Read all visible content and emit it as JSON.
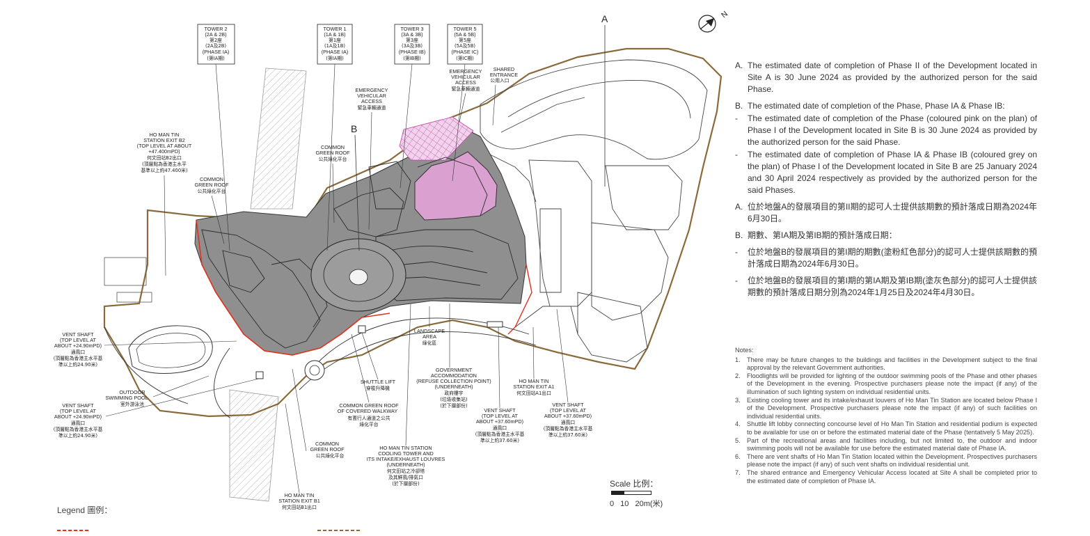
{
  "compass": {
    "north_letter": "N"
  },
  "site_letters": {
    "a": "A",
    "b": "B"
  },
  "towers": [
    {
      "id": "tower2",
      "lines": [
        "TOWER 2",
        "(2A & 2B)",
        "第2座",
        "(2A及2B)",
        "(PHASE IA)",
        "(第IA期)"
      ]
    },
    {
      "id": "tower1",
      "lines": [
        "TOWER 1",
        "(1A & 1B)",
        "第1座",
        "(1A及1B)",
        "(PHASE IA)",
        "(第IA期)"
      ]
    },
    {
      "id": "tower3",
      "lines": [
        "TOWER 3",
        "(3A & 3B)",
        "第3座",
        "(3A及3B)",
        "(PHASE IB)",
        "(第IB期)"
      ]
    },
    {
      "id": "tower5",
      "lines": [
        "TOWER 5",
        "(5A & 5B)",
        "第5座",
        "(5A及5B)",
        "(PHASE IC)",
        "(第IC期)"
      ]
    }
  ],
  "labels": {
    "exit_b2": [
      "HO MAN TIN",
      "STATION EXIT B2",
      "(TOP LEVEL AT ABOUT",
      "+47.400mPD)",
      "何文田站B2出口",
      "(頂層點為香港主水平",
      "基準以上約47.400米)"
    ],
    "green_roof_1": [
      "COMMON",
      "GREEN ROOF",
      "公共綠化平台"
    ],
    "green_roof_2": [
      "COMMON",
      "GREEN ROOF",
      "公共綠化平台"
    ],
    "green_roof_3": [
      "COMMON",
      "GREEN ROOF",
      "公共綠化平台"
    ],
    "eva_b": [
      "EMERGENCY",
      "VEHICULAR",
      "ACCESS",
      "緊急車輛通道"
    ],
    "eva_a": [
      "EMERGENCY",
      "VEHICULAR",
      "ACCESS",
      "緊急車輛通道"
    ],
    "shared_entrance": [
      "SHARED",
      "ENTRANCE",
      "公用入口"
    ],
    "vent_1": [
      "VENT SHAFT",
      "(TOP LEVEL AT",
      "ABOUT +24.90mPD)",
      "通風口",
      "(頂層點為香港主水平基",
      "準以上約24.90米)"
    ],
    "pool": [
      "OUTDOOR",
      "SWIMMING POOL",
      "室外游泳池"
    ],
    "vent_2": [
      "VENT SHAFT",
      "(TOP LEVEL AT",
      "ABOUT +24.90mPD)",
      "通風口",
      "(頂層點為香港主水平基",
      "準以上約24.90米)"
    ],
    "shuttle": [
      "SHUTTLE LIFT",
      "穿梭升降機"
    ],
    "landscape": [
      "LANDSCAPE",
      "AREA",
      "綠化區"
    ],
    "covered_walkway": [
      "COMMON GREEN ROOF",
      "OF COVERED WALKWAY",
      "有蓋行人通道之公共",
      "綠化平台"
    ],
    "gov_accom": [
      "GOVERNMENT",
      "ACCOMMODATION",
      "(REFUSE COLLECTION POINT)",
      "(UNDERNEATH)",
      "政府樓宇",
      "(垃圾收集站)",
      "(於下層部份)"
    ],
    "vent_3": [
      "VENT SHAFT",
      "(TOP LEVEL AT",
      "ABOUT +37.60mPD)",
      "通風口",
      "(頂層點為香港主水平基",
      "準以上約37.60米)"
    ],
    "exit_a1": [
      "HO MAN TIN",
      "STATION EXIT A1",
      "何文田站A1出口"
    ],
    "vent_4": [
      "VENT SHAFT",
      "(TOP LEVEL AT",
      "ABOUT +37.60mPD)",
      "通風口",
      "(頂層點為香港主水平基",
      "準以上約37.60米)"
    ],
    "cooling": [
      "HO MAN TIN STATION",
      "COOLING TOWER AND",
      "ITS INTAKE/EXHAUST LOUVRES",
      "(UNDERNEATH)",
      "何文田站之冷卻塔",
      "及其鮮風/排氣口",
      "(於下層部份)"
    ],
    "exit_b1": [
      "HO MAN TIN",
      "STATION EXIT B1",
      "何文田站B1出口"
    ]
  },
  "info": {
    "a_label": "A.",
    "a_text": "The estimated date of completion of Phase II of the Development located in Site A is 30 June 2024 as provided by the authorized person for the said Phase.",
    "b_label": "B.",
    "b_text": "The estimated date of completion of the Phase, Phase IA & Phase IB:",
    "b_items": [
      "The estimated date of completion of the Phase (coloured pink on the plan) of Phase I of the Development located in Site B is 30 June 2024 as provided by the authorized person for the said Phase.",
      "The estimated date of completion of Phase IA & Phase IB (coloured grey on the plan) of Phase I of the Development located in Site B are 25 January 2024 and 30 April 2024 respectively as provided by the authorized person for the said Phases."
    ],
    "dash": "-",
    "a_cn_label": "A.",
    "a_cn": "位於地盤A的發展項目的第II期的認可人士提供該期數的預計落成日期為2024年6月30日。",
    "b_cn_label": "B.",
    "b_cn": "期數、第IA期及第IB期的預計落成日期：",
    "b_cn_items": [
      "位於地盤B的發展項目的第I期的期數(塗粉紅色部分)的認可人士提供該期數的預計落成日期為2024年6月30日。",
      "位於地盤B的發展項目的第I期的第IA期及第IB期(塗灰色部分)的認可人士提供該期數的預計落成日期分別為2024年1月25日及2024年4月30日。"
    ]
  },
  "notes": {
    "heading": "Notes:",
    "items": [
      {
        "n": "1.",
        "t": "There may be future changes to the buildings and facilities in the Development subject to the final approval by the relevant Government authorities."
      },
      {
        "n": "2.",
        "t": "Floodlights will be provided for lighting of the outdoor swimming pools of the Phase and other phases of the Development in the evening. Prospective purchasers please note the impact (if any) of the illumination of such lighting system on individual residential units."
      },
      {
        "n": "3.",
        "t": "Existing cooling tower and its intake/exhaust louvers of Ho Man Tin Station are located below Phase I of the Development. Prospective purchasers please note the impact (if any) of such facilities on individual residential units."
      },
      {
        "n": "4.",
        "t": "Shuttle lift lobby connecting concourse level of Ho Man Tin Station and residential podium is expected to be available for use on or before the estimated material date of the Phase (tentatively 5 May 2025)."
      },
      {
        "n": "5.",
        "t": "Part of the recreational areas and facilities including, but not limited to, the outdoor and indoor swimming pools will not be available for use before the estimated material date of Phase IA."
      },
      {
        "n": "6.",
        "t": "There are vent shafts of Ho Man Tin Station located within the Development. Prospectives purchasers please note the impact (if any) of such vent shafts on individual residential unit."
      },
      {
        "n": "7.",
        "t": "The shared entrance and Emergency Vehicular Access located at Site A shall be completed prior to the estimated date of completion of Phase IA."
      }
    ]
  },
  "scale": {
    "label": "Scale 比例：",
    "ticks": "0 10 20m(米)"
  },
  "legend": {
    "label": "Legend 圖例："
  },
  "colors": {
    "grey_phase": "#8f8f8f",
    "pink_phase": "#d9a0d0",
    "boundary": "#8a6a3a",
    "red_line": "#e0301e"
  }
}
